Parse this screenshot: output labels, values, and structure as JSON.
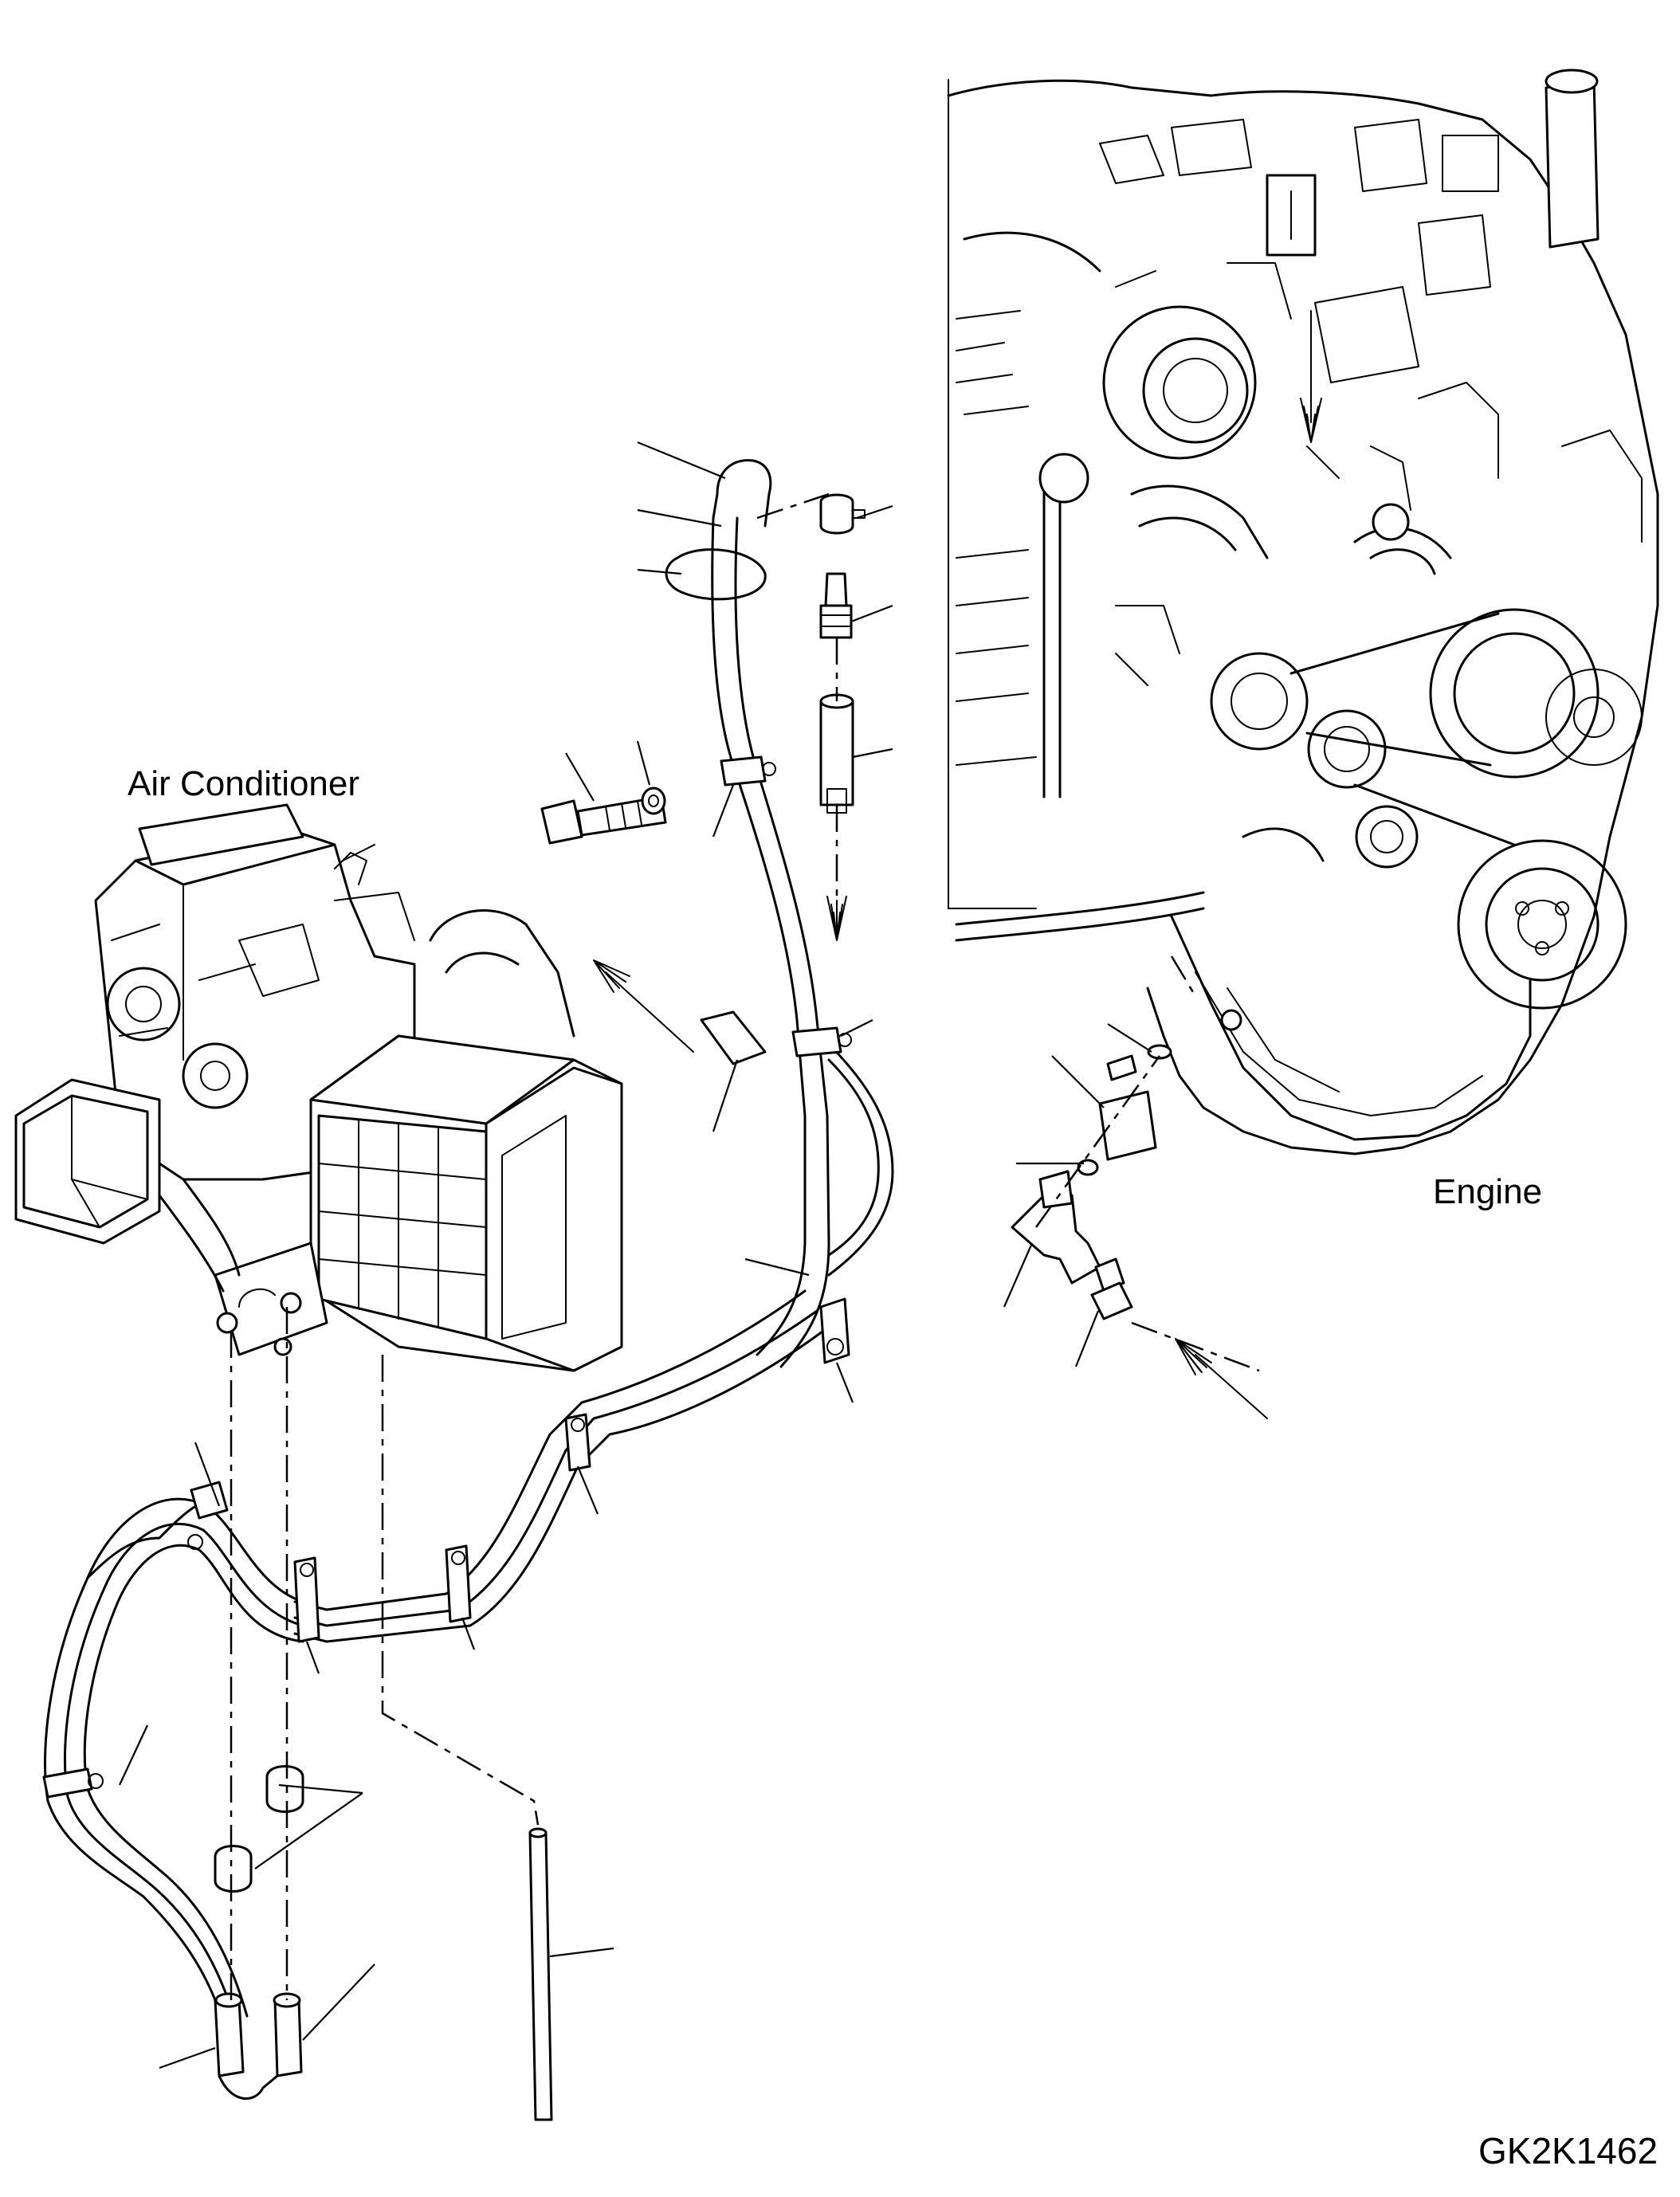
{
  "figure": {
    "labels": {
      "air_conditioner": "Air Conditioner",
      "engine": "Engine",
      "drawing_code": "GK2K1462"
    }
  }
}
